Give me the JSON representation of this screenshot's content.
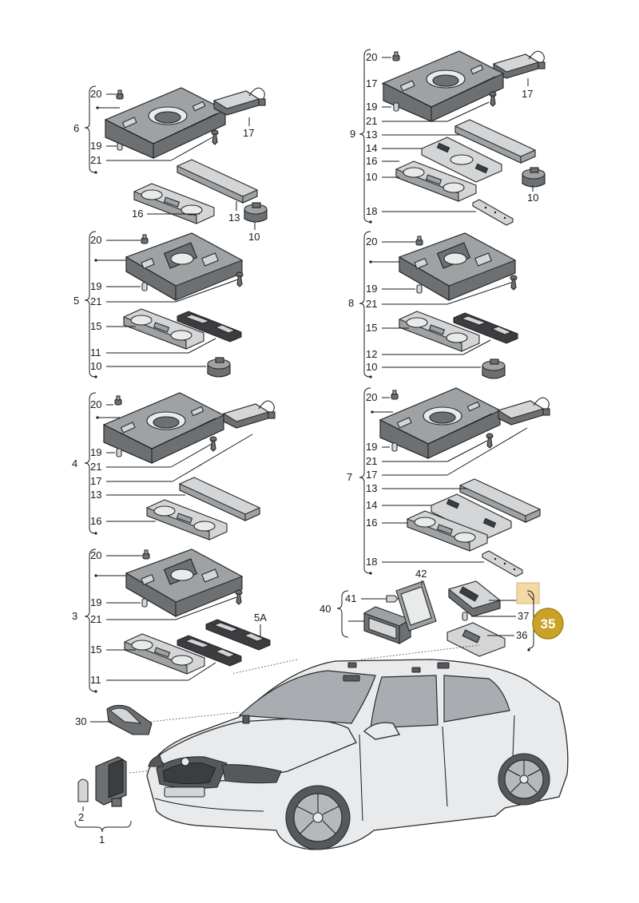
{
  "diagram": {
    "highlight": {
      "label": "35",
      "color": "#c9a227",
      "swatch_color": "#f3d9a4"
    },
    "callouts": [
      {
        "id": "l-20-a",
        "text": "20"
      },
      {
        "id": "l-19-a",
        "text": "19"
      },
      {
        "id": "l-6",
        "text": "6"
      },
      {
        "id": "l-21-a",
        "text": "21"
      },
      {
        "id": "l-17-a",
        "text": "17"
      },
      {
        "id": "l-16-a",
        "text": "16"
      },
      {
        "id": "l-13-a",
        "text": "13"
      },
      {
        "id": "l-10-a",
        "text": "10"
      },
      {
        "id": "l-20-b",
        "text": "20"
      },
      {
        "id": "l-19-b",
        "text": "19"
      },
      {
        "id": "l-5",
        "text": "5"
      },
      {
        "id": "l-21-b",
        "text": "21"
      },
      {
        "id": "l-15-b",
        "text": "15"
      },
      {
        "id": "l-11-b",
        "text": "11"
      },
      {
        "id": "l-10-b",
        "text": "10"
      },
      {
        "id": "l-20-c",
        "text": "20"
      },
      {
        "id": "l-19-c",
        "text": "19"
      },
      {
        "id": "l-4",
        "text": "4"
      },
      {
        "id": "l-21-c",
        "text": "21"
      },
      {
        "id": "l-17-c",
        "text": "17"
      },
      {
        "id": "l-13-c",
        "text": "13"
      },
      {
        "id": "l-16-c",
        "text": "16"
      },
      {
        "id": "l-20-d",
        "text": "20"
      },
      {
        "id": "l-19-d",
        "text": "19"
      },
      {
        "id": "l-3",
        "text": "3"
      },
      {
        "id": "l-21-d",
        "text": "21"
      },
      {
        "id": "l-5a",
        "text": "5A"
      },
      {
        "id": "l-15-d",
        "text": "15"
      },
      {
        "id": "l-11-d",
        "text": "11"
      },
      {
        "id": "l-30",
        "text": "30"
      },
      {
        "id": "l-2",
        "text": "2"
      },
      {
        "id": "l-1",
        "text": "1"
      },
      {
        "id": "l-20-e",
        "text": "20"
      },
      {
        "id": "l-17-e",
        "text": "17"
      },
      {
        "id": "l-17-e2",
        "text": "17"
      },
      {
        "id": "l-19-e",
        "text": "19"
      },
      {
        "id": "l-9",
        "text": "9"
      },
      {
        "id": "l-21-e",
        "text": "21"
      },
      {
        "id": "l-13-e",
        "text": "13"
      },
      {
        "id": "l-14-e",
        "text": "14"
      },
      {
        "id": "l-16-e",
        "text": "16"
      },
      {
        "id": "l-10-e",
        "text": "10"
      },
      {
        "id": "l-10-e2",
        "text": "10"
      },
      {
        "id": "l-18-e",
        "text": "18"
      },
      {
        "id": "l-20-f",
        "text": "20"
      },
      {
        "id": "l-19-f",
        "text": "19"
      },
      {
        "id": "l-8",
        "text": "8"
      },
      {
        "id": "l-21-f",
        "text": "21"
      },
      {
        "id": "l-15-f",
        "text": "15"
      },
      {
        "id": "l-12-f",
        "text": "12"
      },
      {
        "id": "l-10-f",
        "text": "10"
      },
      {
        "id": "l-20-g",
        "text": "20"
      },
      {
        "id": "l-19-g",
        "text": "19"
      },
      {
        "id": "l-21-g",
        "text": "21"
      },
      {
        "id": "l-17-g",
        "text": "17"
      },
      {
        "id": "l-7",
        "text": "7"
      },
      {
        "id": "l-13-g",
        "text": "13"
      },
      {
        "id": "l-14-g",
        "text": "14"
      },
      {
        "id": "l-16-g",
        "text": "16"
      },
      {
        "id": "l-18-g",
        "text": "18"
      },
      {
        "id": "l-42",
        "text": "42"
      },
      {
        "id": "l-41",
        "text": "41"
      },
      {
        "id": "l-40",
        "text": "40"
      },
      {
        "id": "l-37",
        "text": "37"
      },
      {
        "id": "l-36",
        "text": "36"
      }
    ]
  }
}
